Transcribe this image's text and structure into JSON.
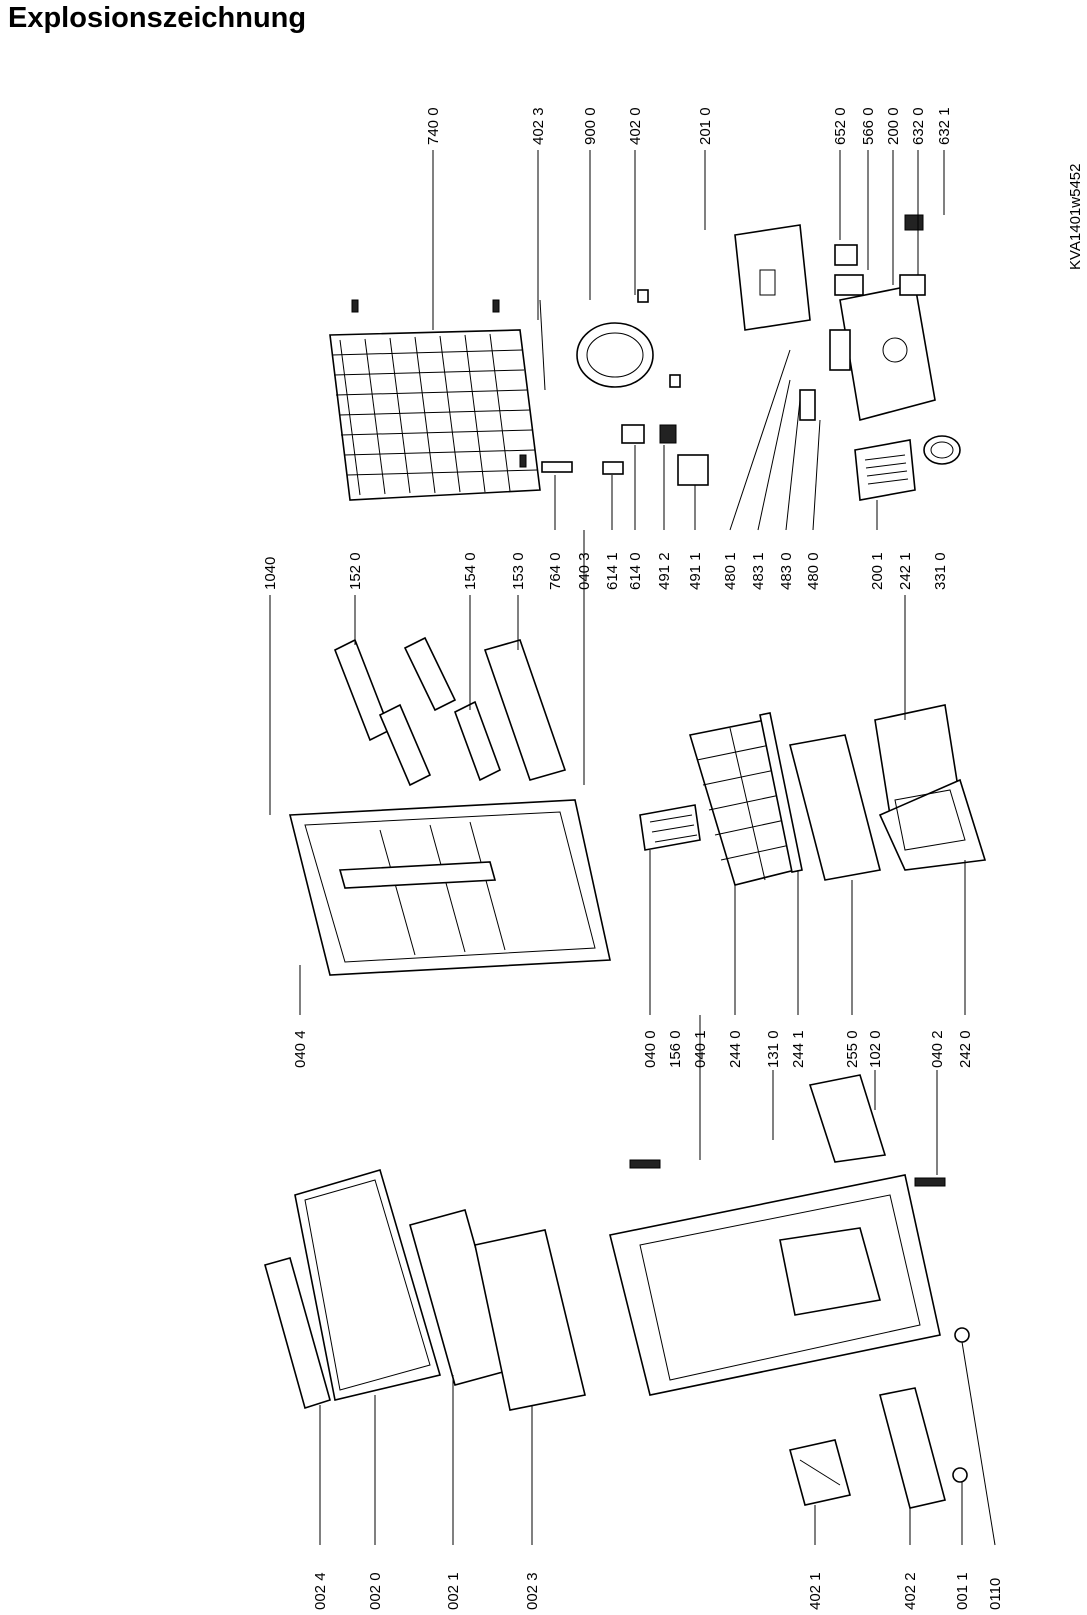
{
  "title": "Explosionszeichnung",
  "drawing_code": "KVA1401w5452",
  "bottom_labels": [
    "002 4",
    "002 0",
    "002 1",
    "002 3",
    "402 1",
    "402 2",
    "001 1",
    "0110"
  ],
  "mid_labels": [
    "040 4",
    "040 0",
    "156 0",
    "040 1",
    "244 0",
    "131 0",
    "244 1",
    "255 0",
    "102 0",
    "040 2",
    "242 0"
  ],
  "upper_labels": [
    "1040",
    "152 0",
    "154 0",
    "153 0",
    "764 0",
    "040 3",
    "614 1",
    "614 0",
    "491 2",
    "491 1",
    "480 1",
    "483 1",
    "483 0",
    "480 0",
    "200 1",
    "242 1",
    "331 0"
  ],
  "top_labels": [
    "740 0",
    "402 3",
    "900 0",
    "402 0",
    "201 0",
    "652 0",
    "566 0",
    "200 0",
    "632 0",
    "632 1"
  ]
}
